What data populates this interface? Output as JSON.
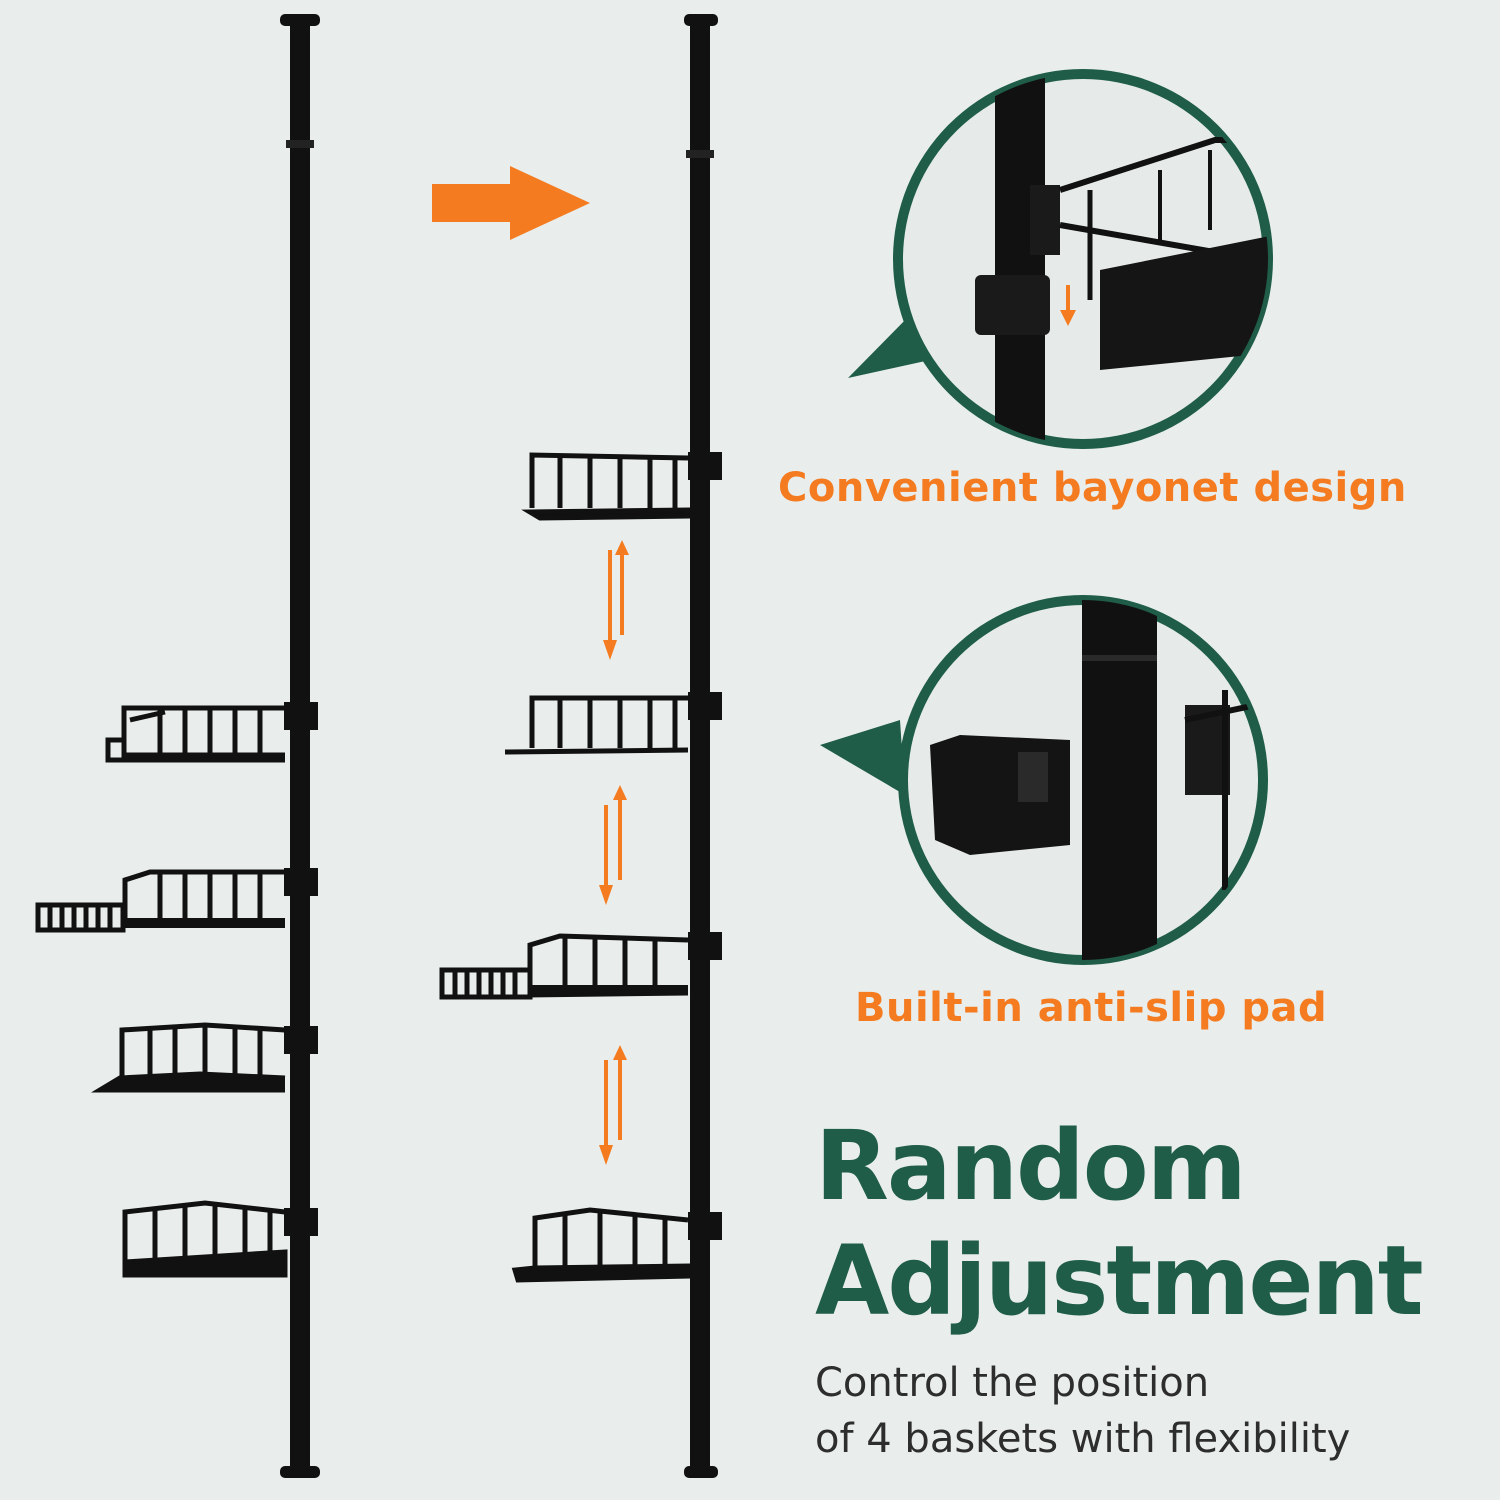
{
  "feature_1": {
    "caption": "Convenient bayonet design",
    "icon": "bayonet-clip-zoom"
  },
  "feature_2": {
    "caption": "Built-in anti-slip pad",
    "icon": "anti-slip-clip-zoom"
  },
  "headline": {
    "line1": "Random",
    "line2": "Adjustment"
  },
  "subtext": {
    "line1": "Control the position",
    "line2": "of 4 baskets with flexibility"
  },
  "colors": {
    "background": "#e9eeec",
    "accent_orange": "#f47b20",
    "brand_green": "#1f5d48",
    "product_black": "#111111"
  },
  "illustration": {
    "basket_count": 4,
    "direction_arrow_icon": "arrow-right-icon",
    "adjust_arrow_icon": "up-down-arrow-icon"
  }
}
